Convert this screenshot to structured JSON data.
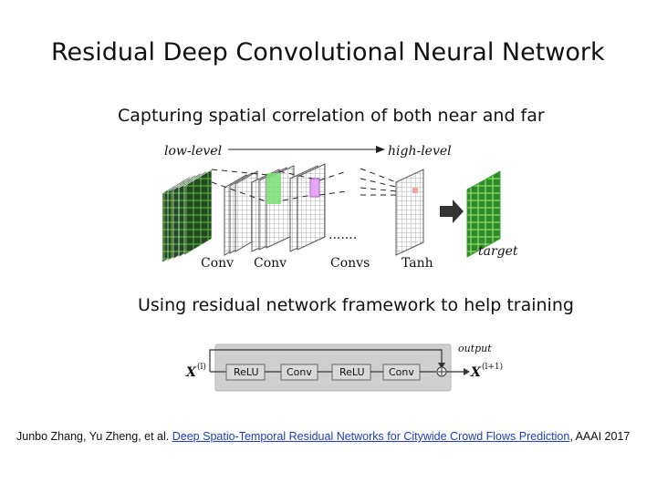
{
  "slide": {
    "title": "Residual Deep Convolutional Neural Network",
    "subtitle_cnn": "Capturing spatial correlation of both near and far",
    "subtitle_res": "Using residual network framework to help training"
  },
  "cnn_figure": {
    "low_level": "low-level",
    "high_level": "high-level",
    "dots": ".......",
    "target": "target",
    "layers": [
      "Conv",
      "Conv",
      "Convs",
      "Tanh"
    ]
  },
  "res_figure": {
    "input": "X",
    "input_sup": "(l)",
    "output": "X",
    "output_sup": "(l+1)",
    "output_label": "output",
    "blocks": [
      "ReLU",
      "Conv",
      "ReLU",
      "Conv"
    ],
    "plus": "⊕"
  },
  "citation": {
    "authors": "Junbo Zhang, Yu Zheng, et al.",
    "link_text": "Deep Spatio-Temporal Residual Networks for Citywide Crowd Flows Prediction",
    "venue": ", AAAI 2017"
  }
}
